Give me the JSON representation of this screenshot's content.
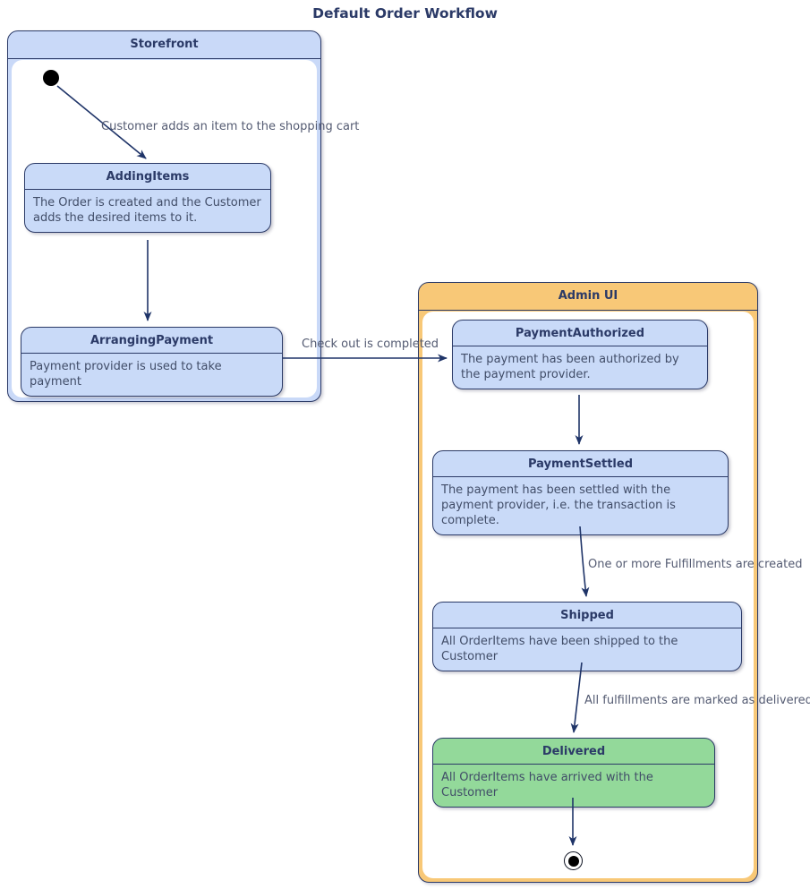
{
  "diagram": {
    "title": "Default Order Workflow"
  },
  "containers": {
    "storefront": {
      "label": "Storefront"
    },
    "admin_ui": {
      "label": "Admin UI"
    }
  },
  "states": {
    "adding_items": {
      "title": "AddingItems",
      "description": "The Order is created and the Customer adds the desired items to it."
    },
    "arranging_payment": {
      "title": "ArrangingPayment",
      "description": "Payment provider is used to take payment"
    },
    "payment_authorized": {
      "title": "PaymentAuthorized",
      "description": "The payment has been authorized by the payment provider."
    },
    "payment_settled": {
      "title": "PaymentSettled",
      "description": "The payment has been settled with the payment provider, i.e. the transaction is complete."
    },
    "shipped": {
      "title": "Shipped",
      "description": "All OrderItems have been shipped to the Customer"
    },
    "delivered": {
      "title": "Delivered",
      "description": "All OrderItems have arrived with the Customer"
    }
  },
  "transitions": {
    "add_item": {
      "label": "Customer adds an item to the shopping cart"
    },
    "checkout": {
      "label": "Check out is completed"
    },
    "fulfillments_created": {
      "label": "One or more Fulfillments are created"
    },
    "marked_delivered": {
      "label": "All fulfillments are marked as delivered"
    }
  },
  "colors": {
    "state_fill": "#c9daf8",
    "storefront_header_fill": "#c9d9f8",
    "admin_header_fill": "#f8c877",
    "delivered_fill": "#93d99a",
    "border": "#2b3a67",
    "edge_line": "#1f3468",
    "edge_label_text": "#545b72",
    "body_text": "#414d68"
  }
}
